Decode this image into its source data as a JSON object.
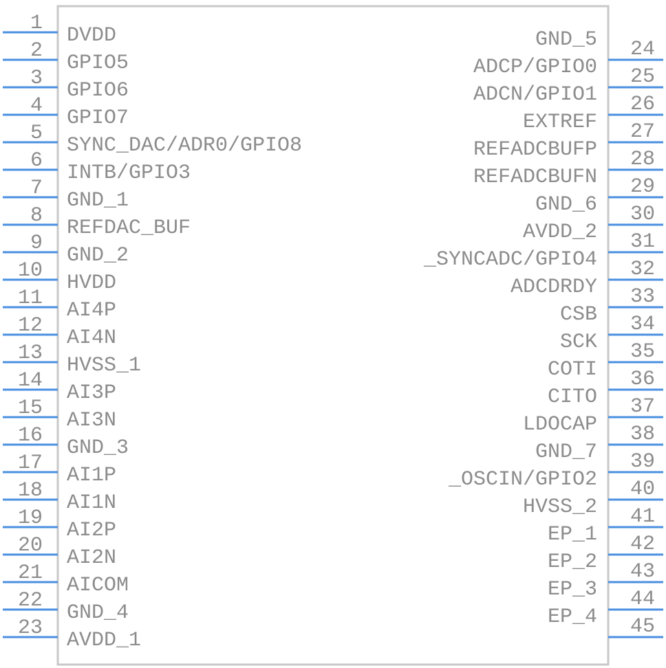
{
  "colors": {
    "body_outline": "#c8c8c8",
    "pin_line": "#4a8fe0",
    "text": "#8c8c8c"
  },
  "left_pins": [
    {
      "num": "1",
      "name": "DVDD"
    },
    {
      "num": "2",
      "name": "GPIO5"
    },
    {
      "num": "3",
      "name": "GPIO6"
    },
    {
      "num": "4",
      "name": "GPIO7"
    },
    {
      "num": "5",
      "name": "SYNC_DAC/ADR0/GPIO8"
    },
    {
      "num": "6",
      "name": "INTB/GPIO3"
    },
    {
      "num": "7",
      "name": "GND_1"
    },
    {
      "num": "8",
      "name": "REFDAC_BUF"
    },
    {
      "num": "9",
      "name": "GND_2"
    },
    {
      "num": "10",
      "name": "HVDD"
    },
    {
      "num": "11",
      "name": "AI4P"
    },
    {
      "num": "12",
      "name": "AI4N"
    },
    {
      "num": "13",
      "name": "HVSS_1"
    },
    {
      "num": "14",
      "name": "AI3P"
    },
    {
      "num": "15",
      "name": "AI3N"
    },
    {
      "num": "16",
      "name": "GND_3"
    },
    {
      "num": "17",
      "name": "AI1P"
    },
    {
      "num": "18",
      "name": "AI1N"
    },
    {
      "num": "19",
      "name": "AI2P"
    },
    {
      "num": "20",
      "name": "AI2N"
    },
    {
      "num": "21",
      "name": "AICOM"
    },
    {
      "num": "22",
      "name": "GND_4"
    },
    {
      "num": "23",
      "name": "AVDD_1"
    }
  ],
  "right_pins": [
    {
      "num": "24",
      "name": "GND_5"
    },
    {
      "num": "25",
      "name": "ADCP/GPIO0"
    },
    {
      "num": "26",
      "name": "ADCN/GPIO1"
    },
    {
      "num": "27",
      "name": "EXTREF"
    },
    {
      "num": "28",
      "name": "REFADCBUFP"
    },
    {
      "num": "29",
      "name": "REFADCBUFN"
    },
    {
      "num": "30",
      "name": "GND_6"
    },
    {
      "num": "31",
      "name": "AVDD_2"
    },
    {
      "num": "32",
      "name": "_SYNCADC/GPIO4"
    },
    {
      "num": "33",
      "name": "ADCDRDY"
    },
    {
      "num": "34",
      "name": "CSB"
    },
    {
      "num": "35",
      "name": "SCK"
    },
    {
      "num": "36",
      "name": "COTI"
    },
    {
      "num": "37",
      "name": "CITO"
    },
    {
      "num": "38",
      "name": "LDOCAP"
    },
    {
      "num": "39",
      "name": "GND_7"
    },
    {
      "num": "40",
      "name": "_OSCIN/GPIO2"
    },
    {
      "num": "41",
      "name": "HVSS_2"
    },
    {
      "num": "42",
      "name": "EP_1"
    },
    {
      "num": "43",
      "name": "EP_2"
    },
    {
      "num": "44",
      "name": "EP_3"
    },
    {
      "num": "45",
      "name": "EP_4"
    }
  ]
}
